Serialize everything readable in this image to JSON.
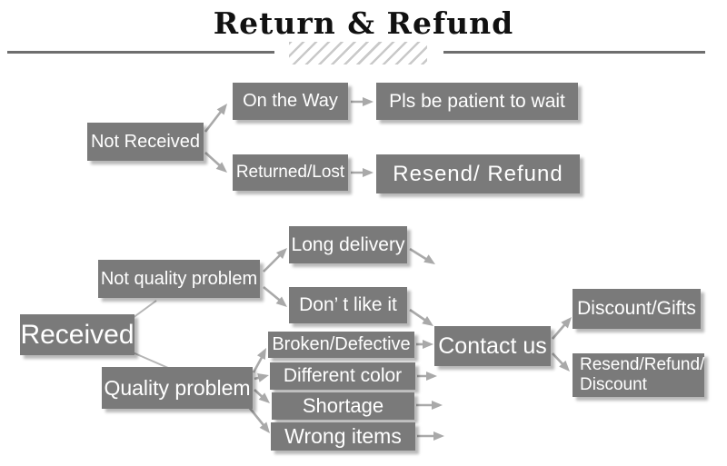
{
  "title": "Return & Refund",
  "colors": {
    "background": "#ffffff",
    "box_fill": "#7a7a7a",
    "box_text": "#ffffff",
    "arrow": "#a9a9a9",
    "title_text": "#111111",
    "divider": "#6e6e6e",
    "hatch": "#c9c9c9"
  },
  "nodes": {
    "not_received": "Not Received",
    "on_the_way": "On the Way",
    "pls_be_patient": "Pls be patient to wait",
    "returned_lost": "Returned/Lost",
    "resend_refund": "Resend/ Refund",
    "received": "Received",
    "not_quality_problem": "Not quality problem",
    "quality_problem": "Quality problem",
    "long_delivery": "Long delivery",
    "dont_like_it": "Don’ t like it",
    "broken_defective": "Broken/Defective",
    "different_color": "Different color",
    "shortage": "Shortage",
    "wrong_items": "Wrong items",
    "contact_us": "Contact us",
    "discount_gifts": "Discount/Gifts",
    "resend_refund_discount_line1": "Resend/Refund/",
    "resend_refund_discount_line2": "Discount"
  },
  "edges": [
    {
      "from": "Not Received",
      "to": "On the Way",
      "arrowhead": true
    },
    {
      "from": "Not Received",
      "to": "Returned/Lost",
      "arrowhead": true
    },
    {
      "from": "On the Way",
      "to": "Pls be patient to wait",
      "arrowhead": true
    },
    {
      "from": "Returned/Lost",
      "to": "Resend/ Refund",
      "arrowhead": true
    },
    {
      "from": "Received",
      "to": "Not quality problem",
      "arrowhead": false
    },
    {
      "from": "Received",
      "to": "Quality problem",
      "arrowhead": false
    },
    {
      "from": "Not quality problem",
      "to": "Long delivery",
      "arrowhead": true
    },
    {
      "from": "Not quality problem",
      "to": "Don’ t like it",
      "arrowhead": true
    },
    {
      "from": "Long delivery",
      "to": "Contact us",
      "arrowhead": true
    },
    {
      "from": "Don’ t like it",
      "to": "Contact us",
      "arrowhead": true
    },
    {
      "from": "Quality problem",
      "to": "Broken/Defective",
      "arrowhead": true
    },
    {
      "from": "Quality problem",
      "to": "Different color",
      "arrowhead": true
    },
    {
      "from": "Quality problem",
      "to": "Shortage",
      "arrowhead": true
    },
    {
      "from": "Quality problem",
      "to": "Wrong items",
      "arrowhead": true
    },
    {
      "from": "Broken/Defective",
      "to": "Contact us",
      "arrowhead": true
    },
    {
      "from": "Different color",
      "to": "Contact us",
      "arrowhead": true
    },
    {
      "from": "Shortage",
      "to": "Contact us",
      "arrowhead": true
    },
    {
      "from": "Wrong items",
      "to": "Contact us",
      "arrowhead": true
    },
    {
      "from": "Contact us",
      "to": "Discount/Gifts",
      "arrowhead": true
    },
    {
      "from": "Contact us",
      "to": "Resend/Refund/Discount",
      "arrowhead": true
    }
  ]
}
